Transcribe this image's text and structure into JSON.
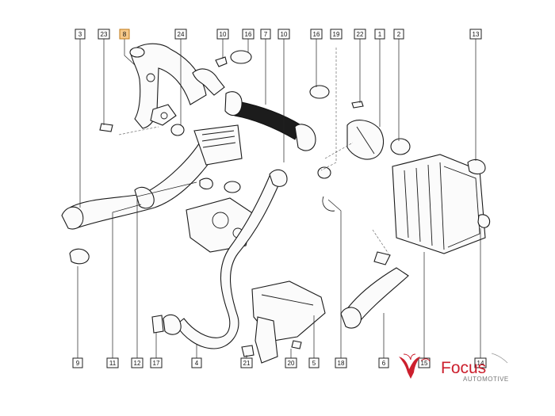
{
  "callouts": {
    "c3": "3",
    "c23": "23",
    "c8": "8",
    "c24": "24",
    "c10a": "10",
    "c16a": "16",
    "c7": "7",
    "c10b": "10",
    "c16b": "16",
    "c19": "19",
    "c22": "22",
    "c1": "1",
    "c2": "2",
    "c13": "13",
    "c9": "9",
    "c11": "11",
    "c12": "12",
    "c17": "17",
    "c4": "4",
    "c21": "21",
    "c20": "20",
    "c5": "5",
    "c18": "18",
    "c6": "6",
    "c15": "15",
    "c14": "14"
  },
  "highlight_color": "#f6c98a",
  "logo": {
    "brand": "Focus",
    "tagline": "AUTOMOTIVE"
  }
}
